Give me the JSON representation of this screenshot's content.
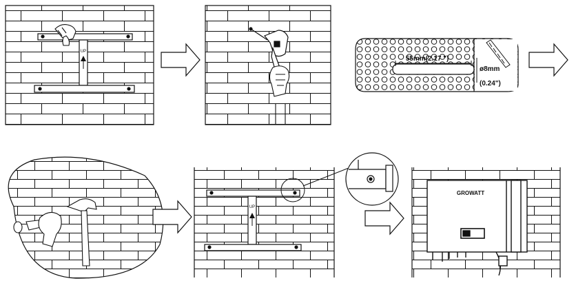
{
  "diagram": {
    "drill_spec": {
      "depth": "55mm(2.17 \")",
      "diameter": "ø8mm",
      "diameter_in": "(0.24\")"
    },
    "brand": {
      "text": "GROWATT"
    },
    "bracket_label": "UP"
  }
}
